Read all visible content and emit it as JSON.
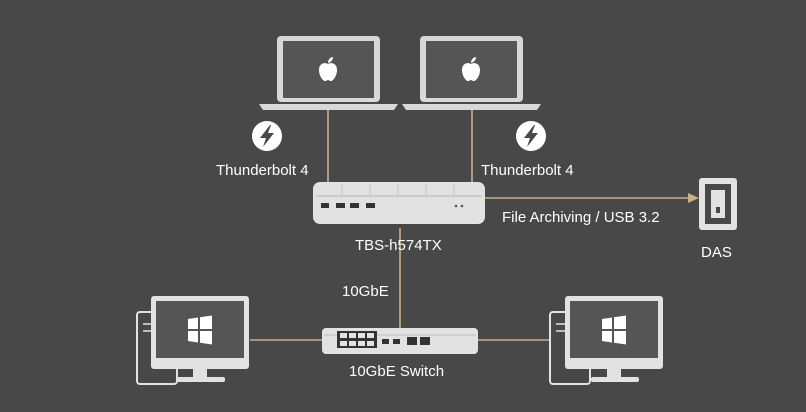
{
  "labels": {
    "thunderbolt_left": "Thunderbolt 4",
    "thunderbolt_right": "Thunderbolt 4",
    "nas": "TBS-h574TX",
    "file_archiving": "File Archiving / USB 3.2",
    "das": "DAS",
    "ethernet": "10GbE",
    "switch": "10GbE Switch"
  },
  "colors": {
    "background": "#484848",
    "line": "#c8b089",
    "screen": "#555555",
    "device_body": "#e2e2e2",
    "text": "#ffffff"
  },
  "icons": {
    "laptop_logo": "apple-logo-icon",
    "desktop_logo": "windows-logo-icon",
    "connection_symbol": "thunderbolt-icon"
  }
}
